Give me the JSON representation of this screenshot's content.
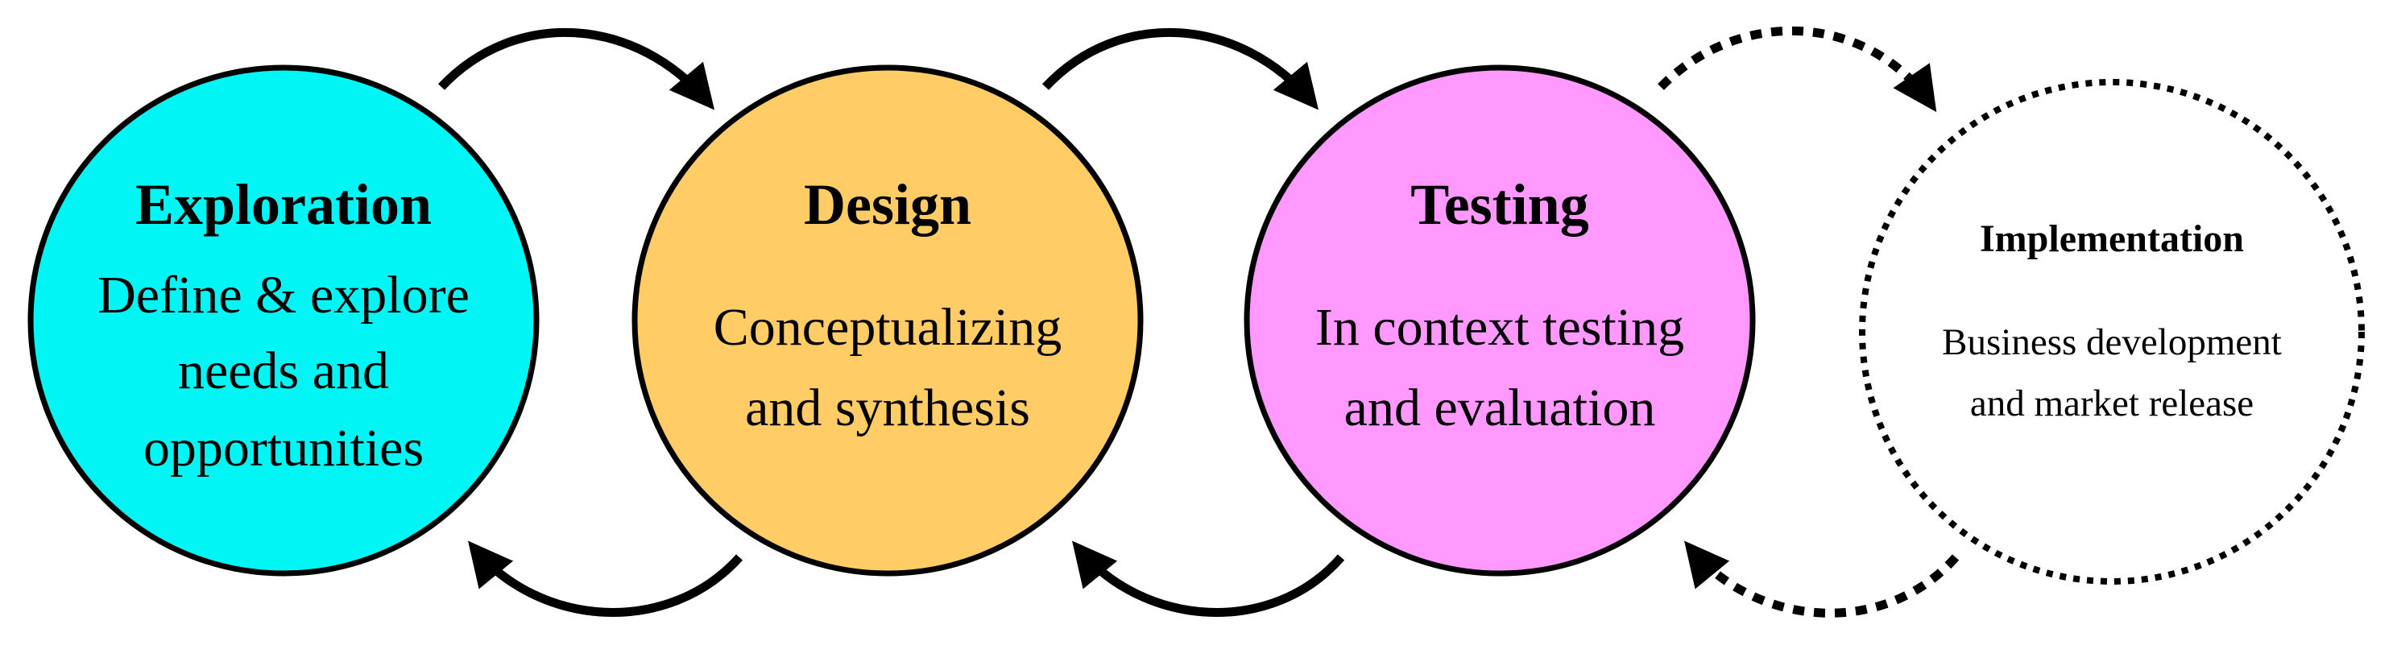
{
  "colors": {
    "exploration": "#00F5F5",
    "design": "#FFCC66",
    "testing": "#FF99FF",
    "implementation": "#FFFFFF",
    "stroke": "#000000"
  },
  "stages": [
    {
      "title": "Exploration",
      "lines": [
        "Define & explore",
        "needs and",
        "opportunities"
      ]
    },
    {
      "title": "Design",
      "lines": [
        "Conceptualizing",
        "and synthesis"
      ]
    },
    {
      "title": "Testing",
      "lines": [
        "In context testing",
        "and evaluation"
      ]
    },
    {
      "title": "Implementation",
      "lines": [
        "Business development",
        "and market release"
      ]
    }
  ]
}
